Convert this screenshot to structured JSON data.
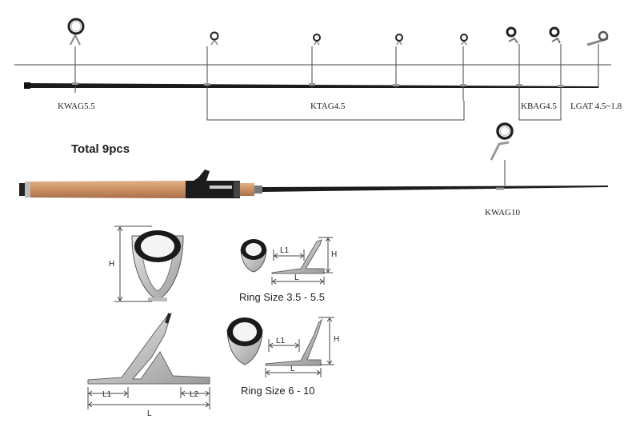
{
  "total_label": "Total 9pcs",
  "guide_labels": {
    "kwag55": "KWAG5.5",
    "ktag45": "KTAG4.5",
    "kbag45": "KBAG4.5",
    "lgat": "LGAT 4.5~1.8",
    "kwag10": "KWAG10"
  },
  "diagram_labels": {
    "h": "H",
    "l": "L",
    "l1": "L1",
    "l2": "L2",
    "ring_size_small": "Ring Size 3.5 - 5.5",
    "ring_size_large": "Ring Size 6 - 10"
  },
  "icons": [
    "guide-ring-icon",
    "tip-top-icon",
    "reel-seat-icon"
  ],
  "colors": {
    "cork": "#c98f62",
    "blank": "#1b1b1b",
    "line": "#444444"
  }
}
